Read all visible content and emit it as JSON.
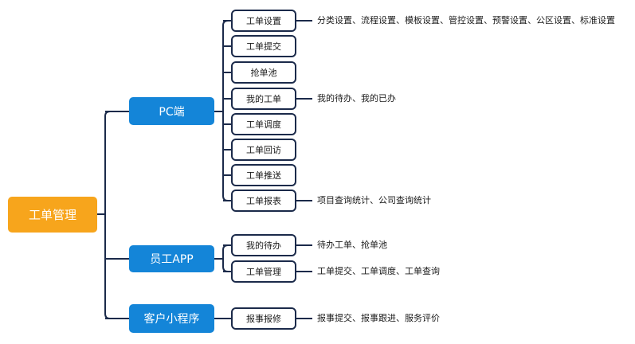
{
  "root": {
    "label": "工单管理"
  },
  "branches": [
    {
      "label": "PC端",
      "children": [
        {
          "label": "工单设置",
          "note": "分类设置、流程设置、模板设置、管控设置、预警设置、公区设置、标准设置"
        },
        {
          "label": "工单提交",
          "note": ""
        },
        {
          "label": "抢单池",
          "note": ""
        },
        {
          "label": "我的工单",
          "note": "我的待办、我的已办"
        },
        {
          "label": "工单调度",
          "note": ""
        },
        {
          "label": "工单回访",
          "note": ""
        },
        {
          "label": "工单推送",
          "note": ""
        },
        {
          "label": "工单报表",
          "note": "项目查询统计、公司查询统计"
        }
      ]
    },
    {
      "label": "员工APP",
      "children": [
        {
          "label": "我的待办",
          "note": "待办工单、抢单池"
        },
        {
          "label": "工单管理",
          "note": "工单提交、工单调度、工单查询"
        }
      ]
    },
    {
      "label": "客户小程序",
      "children": [
        {
          "label": "报事报修",
          "note": "报事提交、报事跟进、服务评价"
        }
      ]
    }
  ]
}
